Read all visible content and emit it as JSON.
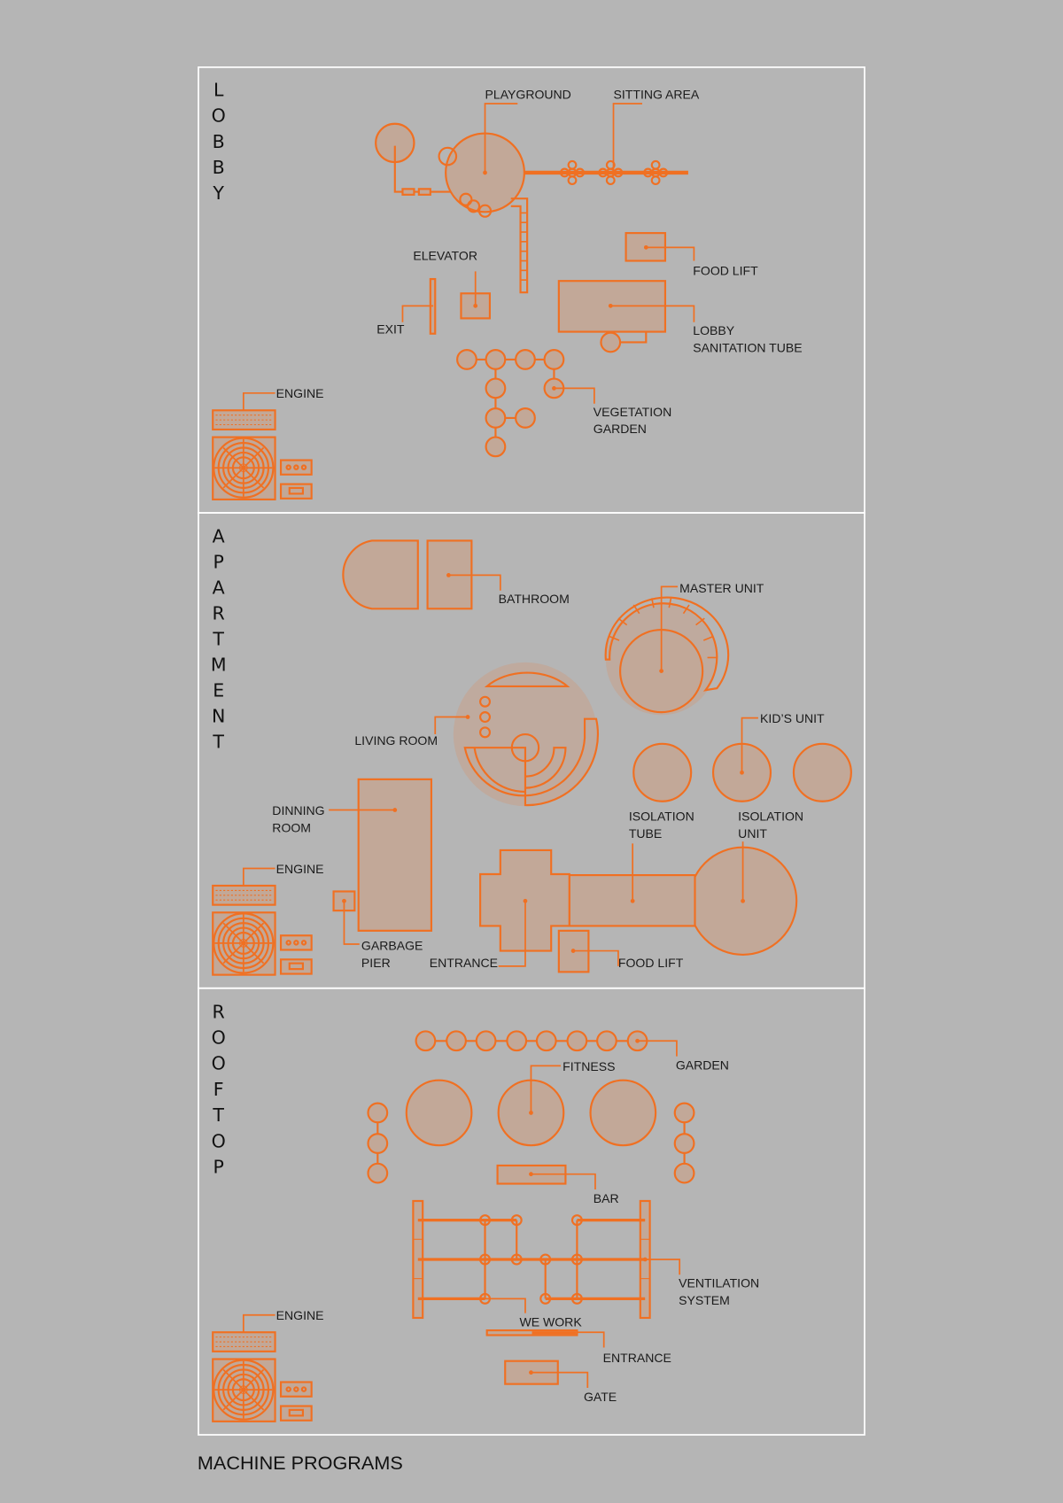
{
  "page_title": "MACHINE PROGRAMS",
  "colors": {
    "background": "#b5b5b5",
    "accent": "#f07022",
    "fill": "#c2a898",
    "frame": "#ffffff"
  },
  "sections": {
    "lobby": {
      "title": "LOBBY",
      "labels": {
        "playground": "PLAYGROUND",
        "sitting_area": "SITTING AREA",
        "food_lift": "FOOD LIFT",
        "elevator": "ELEVATOR",
        "exit": "EXIT",
        "sanitation_1": "LOBBY",
        "sanitation_2": "SANITATION TUBE",
        "engine": "ENGINE",
        "vegetation_1": "VEGETATION",
        "vegetation_2": "GARDEN"
      }
    },
    "apartment": {
      "title": "APARTMENT",
      "labels": {
        "bathroom": "BATHROOM",
        "master_unit": "MASTER UNIT",
        "living_room": "LIVING ROOM",
        "kids_unit": "KID’S UNIT",
        "dinning_1": "DINNING",
        "dinning_2": "ROOM",
        "isolation_tube_1": "ISOLATION",
        "isolation_tube_2": "TUBE",
        "isolation_unit_1": "ISOLATION",
        "isolation_unit_2": "UNIT",
        "engine": "ENGINE",
        "garbage_1": "GARBAGE",
        "garbage_2": "PIER",
        "entrance": "ENTRANCE",
        "food_lift": "FOOD LIFT"
      }
    },
    "rooftop": {
      "title": "ROOFTOP",
      "labels": {
        "garden": "GARDEN",
        "fitness": "FITNESS",
        "bar": "BAR",
        "ventilation_1": "VENTILATION",
        "ventilation_2": "SYSTEM",
        "we_work": "WE WORK",
        "entrance": "ENTRANCE",
        "gate": "GATE",
        "engine": "ENGINE"
      }
    }
  }
}
